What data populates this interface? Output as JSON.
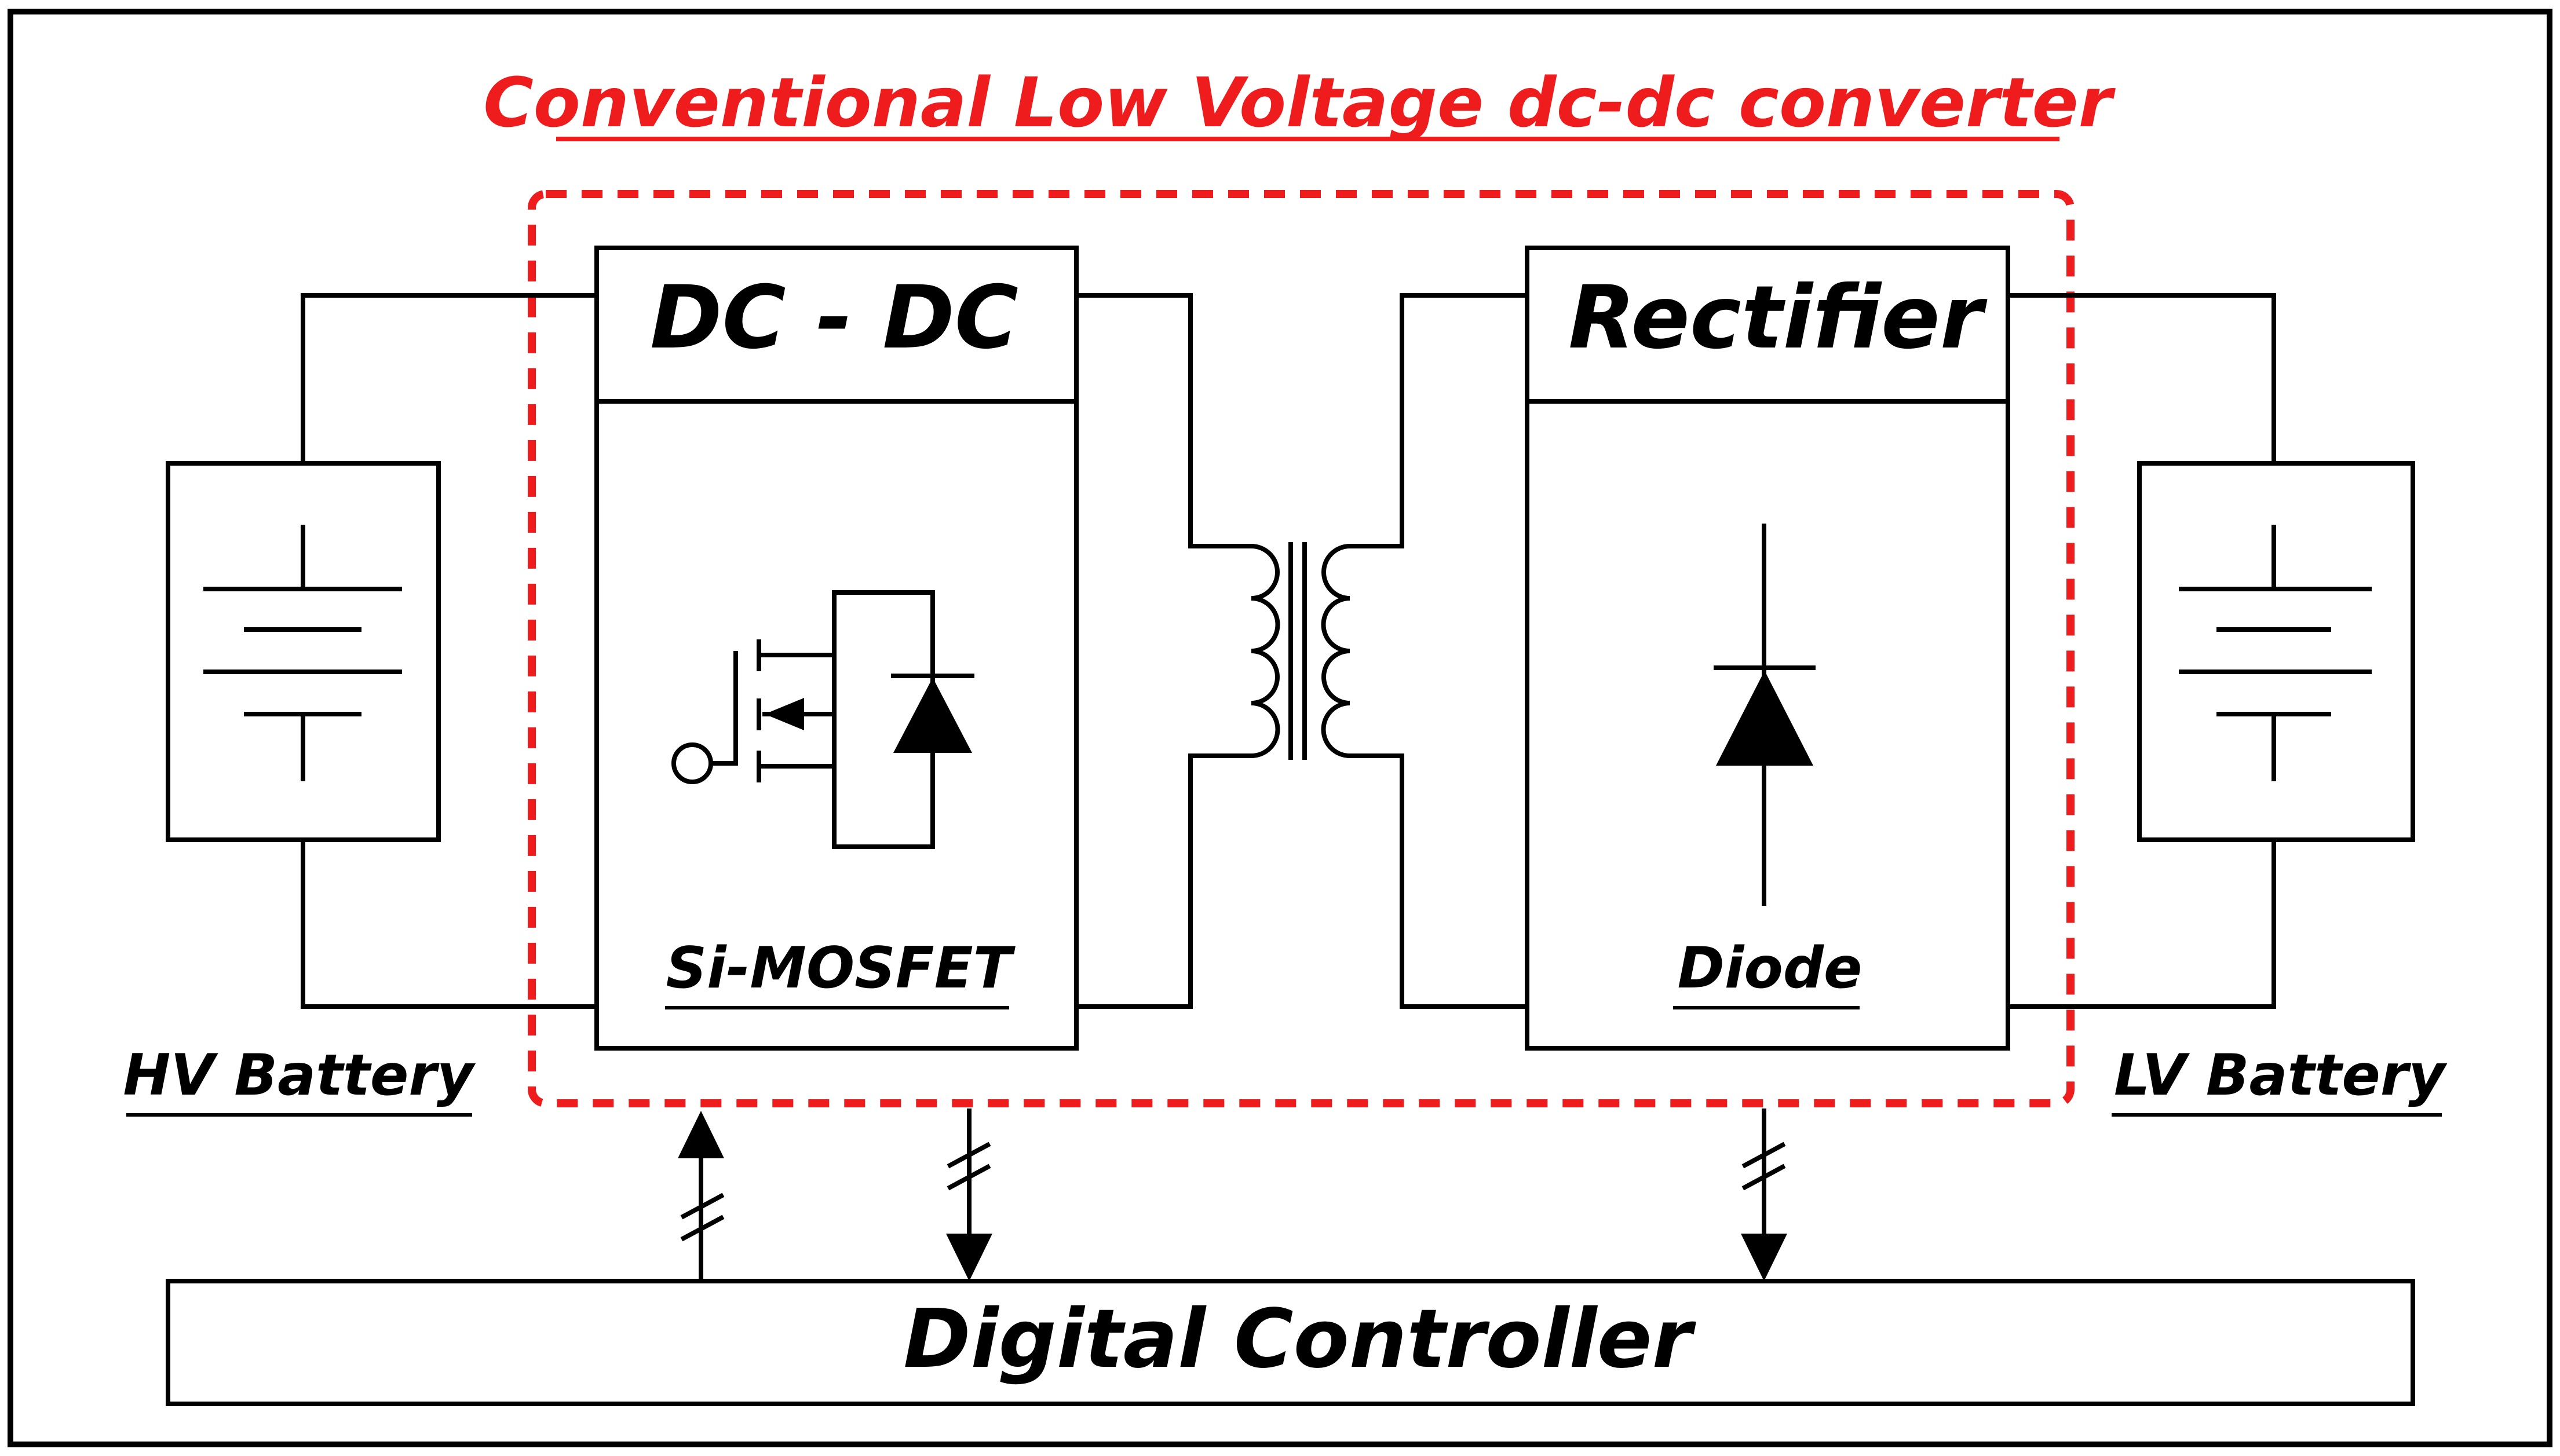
{
  "title": "Conventional Low Voltage dc-dc converter",
  "blocks": {
    "dcdc": {
      "header": "DC - DC",
      "device": "Si-MOSFET"
    },
    "rectifier": {
      "header": "Rectifier",
      "device": "Diode"
    }
  },
  "batteries": {
    "hv": {
      "label": "HV Battery"
    },
    "lv": {
      "label": "LV Battery"
    }
  },
  "controller": {
    "label": "Digital Controller"
  },
  "colors": {
    "accent": "#ee1c1c",
    "line": "#000000",
    "background": "#ffffff"
  }
}
